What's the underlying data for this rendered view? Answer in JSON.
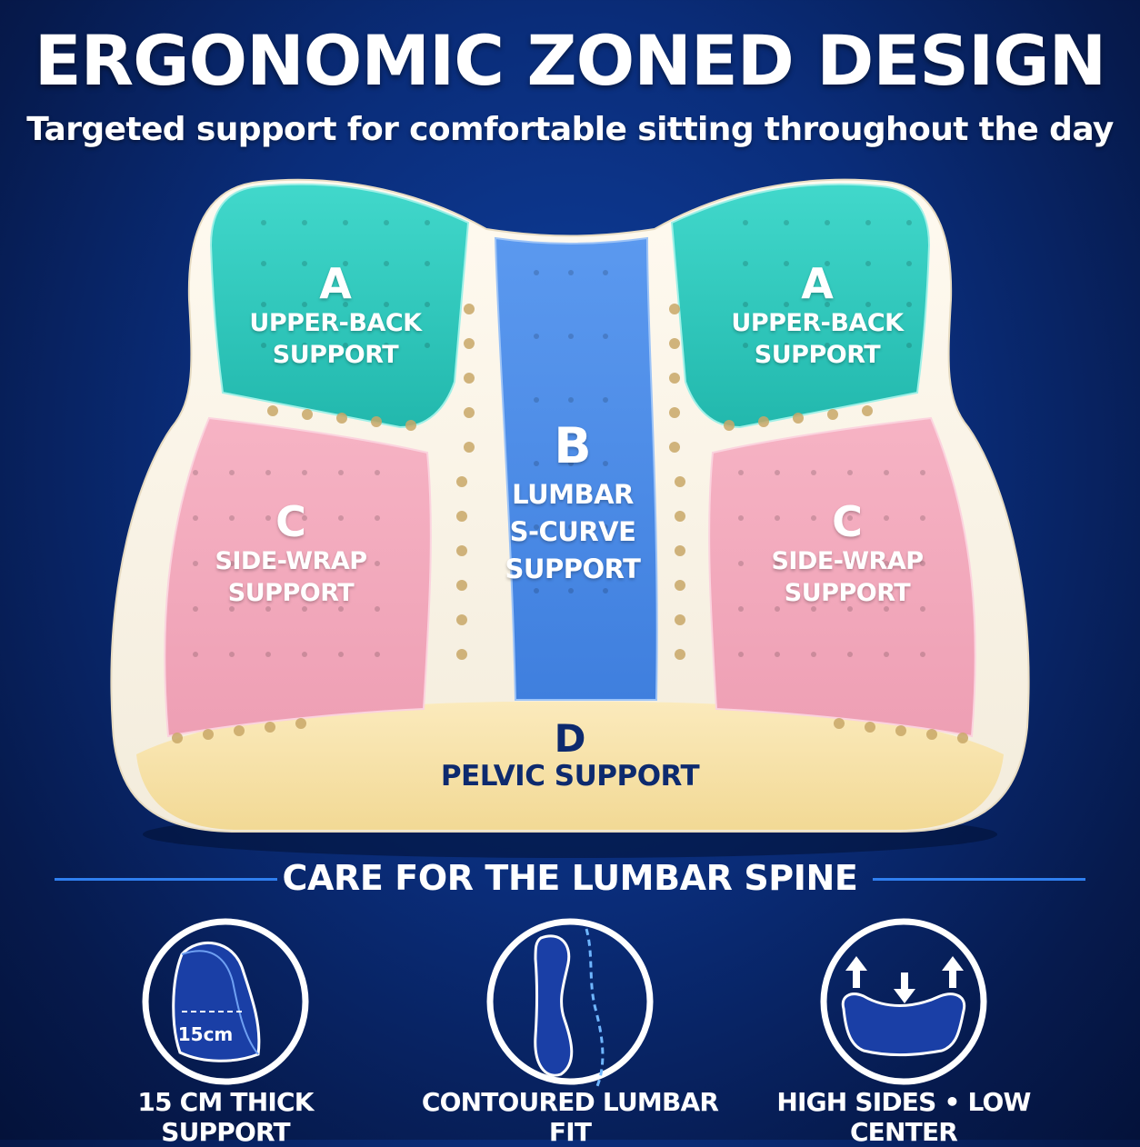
{
  "header": {
    "title": "ERGONOMIC ZONED DESIGN",
    "subtitle": "Targeted support for comfortable sitting throughout the day"
  },
  "zones": {
    "upper_left": {
      "letter": "A",
      "line1": "UPPER-BACK",
      "line2": "SUPPORT",
      "color": "#2fcfc4"
    },
    "upper_right": {
      "letter": "A",
      "line1": "UPPER-BACK",
      "line2": "SUPPORT",
      "color": "#2fcfc4"
    },
    "center": {
      "letter": "B",
      "line1": "LUMBAR",
      "line2": "S-CURVE",
      "line3": "SUPPORT",
      "color": "#4f8fea"
    },
    "side_left": {
      "letter": "C",
      "line1": "SIDE-WRAP",
      "line2": "SUPPORT",
      "color": "#f3a9bd"
    },
    "side_right": {
      "letter": "C",
      "line1": "SIDE-WRAP",
      "line2": "SUPPORT",
      "color": "#f3a9bd"
    },
    "bottom": {
      "letter": "D",
      "line1": "PELVIC SUPPORT",
      "color": "#f7e3a6"
    }
  },
  "care": {
    "title": "CARE FOR THE LUMBAR SPINE",
    "features": [
      {
        "icon": "cushion-thickness-icon",
        "measure": "15cm",
        "caption": "15 CM THICK SUPPORT"
      },
      {
        "icon": "lumbar-contour-icon",
        "caption": "CONTOURED LUMBAR FIT"
      },
      {
        "icon": "pressure-arrows-icon",
        "caption": "HIGH SIDES • LOW CENTER"
      }
    ]
  }
}
